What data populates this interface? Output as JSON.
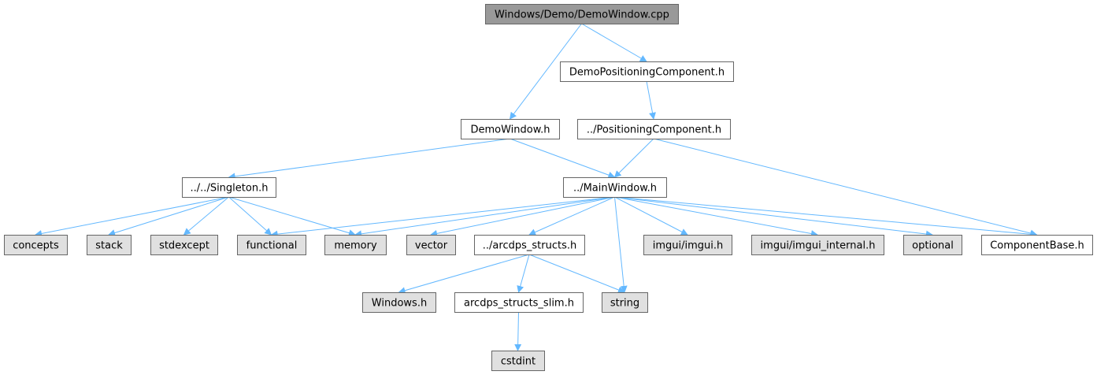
{
  "graph": {
    "colors": {
      "root_fill": "#999999",
      "local_fill": "#ffffff",
      "system_fill": "#e0e0e0",
      "border": "#666666",
      "edge": "#63b8ff"
    },
    "nodes": [
      {
        "id": "root",
        "label": "Windows/Demo/DemoWindow.cpp",
        "kind": "root"
      },
      {
        "id": "demo_positioning",
        "label": "DemoPositioningComponent.h",
        "kind": "local"
      },
      {
        "id": "demowindow_h",
        "label": "DemoWindow.h",
        "kind": "local"
      },
      {
        "id": "positioning",
        "label": "../PositioningComponent.h",
        "kind": "local"
      },
      {
        "id": "singleton",
        "label": "../../Singleton.h",
        "kind": "local"
      },
      {
        "id": "mainwindow",
        "label": "../MainWindow.h",
        "kind": "local"
      },
      {
        "id": "concepts",
        "label": "concepts",
        "kind": "system"
      },
      {
        "id": "stack",
        "label": "stack",
        "kind": "system"
      },
      {
        "id": "stdexcept",
        "label": "stdexcept",
        "kind": "system"
      },
      {
        "id": "functional",
        "label": "functional",
        "kind": "system"
      },
      {
        "id": "memory",
        "label": "memory",
        "kind": "system"
      },
      {
        "id": "vector",
        "label": "vector",
        "kind": "system"
      },
      {
        "id": "arcdps_structs",
        "label": "../arcdps_structs.h",
        "kind": "local"
      },
      {
        "id": "imgui",
        "label": "imgui/imgui.h",
        "kind": "system"
      },
      {
        "id": "imgui_internal",
        "label": "imgui/imgui_internal.h",
        "kind": "system"
      },
      {
        "id": "optional",
        "label": "optional",
        "kind": "system"
      },
      {
        "id": "componentbase",
        "label": "ComponentBase.h",
        "kind": "local"
      },
      {
        "id": "windows_h",
        "label": "Windows.h",
        "kind": "system"
      },
      {
        "id": "arcdps_slim",
        "label": "arcdps_structs_slim.h",
        "kind": "local"
      },
      {
        "id": "string",
        "label": "string",
        "kind": "system"
      },
      {
        "id": "cstdint",
        "label": "cstdint",
        "kind": "system"
      }
    ],
    "edges": [
      {
        "from": "root",
        "to": "demowindow_h"
      },
      {
        "from": "root",
        "to": "demo_positioning"
      },
      {
        "from": "demo_positioning",
        "to": "positioning"
      },
      {
        "from": "demowindow_h",
        "to": "singleton"
      },
      {
        "from": "demowindow_h",
        "to": "mainwindow"
      },
      {
        "from": "positioning",
        "to": "mainwindow"
      },
      {
        "from": "positioning",
        "to": "componentbase"
      },
      {
        "from": "singleton",
        "to": "concepts"
      },
      {
        "from": "singleton",
        "to": "stack"
      },
      {
        "from": "singleton",
        "to": "stdexcept"
      },
      {
        "from": "singleton",
        "to": "functional"
      },
      {
        "from": "singleton",
        "to": "memory"
      },
      {
        "from": "mainwindow",
        "to": "functional"
      },
      {
        "from": "mainwindow",
        "to": "memory"
      },
      {
        "from": "mainwindow",
        "to": "vector"
      },
      {
        "from": "mainwindow",
        "to": "arcdps_structs"
      },
      {
        "from": "mainwindow",
        "to": "string"
      },
      {
        "from": "mainwindow",
        "to": "imgui"
      },
      {
        "from": "mainwindow",
        "to": "imgui_internal"
      },
      {
        "from": "mainwindow",
        "to": "optional"
      },
      {
        "from": "mainwindow",
        "to": "componentbase"
      },
      {
        "from": "arcdps_structs",
        "to": "windows_h"
      },
      {
        "from": "arcdps_structs",
        "to": "arcdps_slim"
      },
      {
        "from": "arcdps_structs",
        "to": "string"
      },
      {
        "from": "arcdps_slim",
        "to": "cstdint"
      }
    ]
  }
}
